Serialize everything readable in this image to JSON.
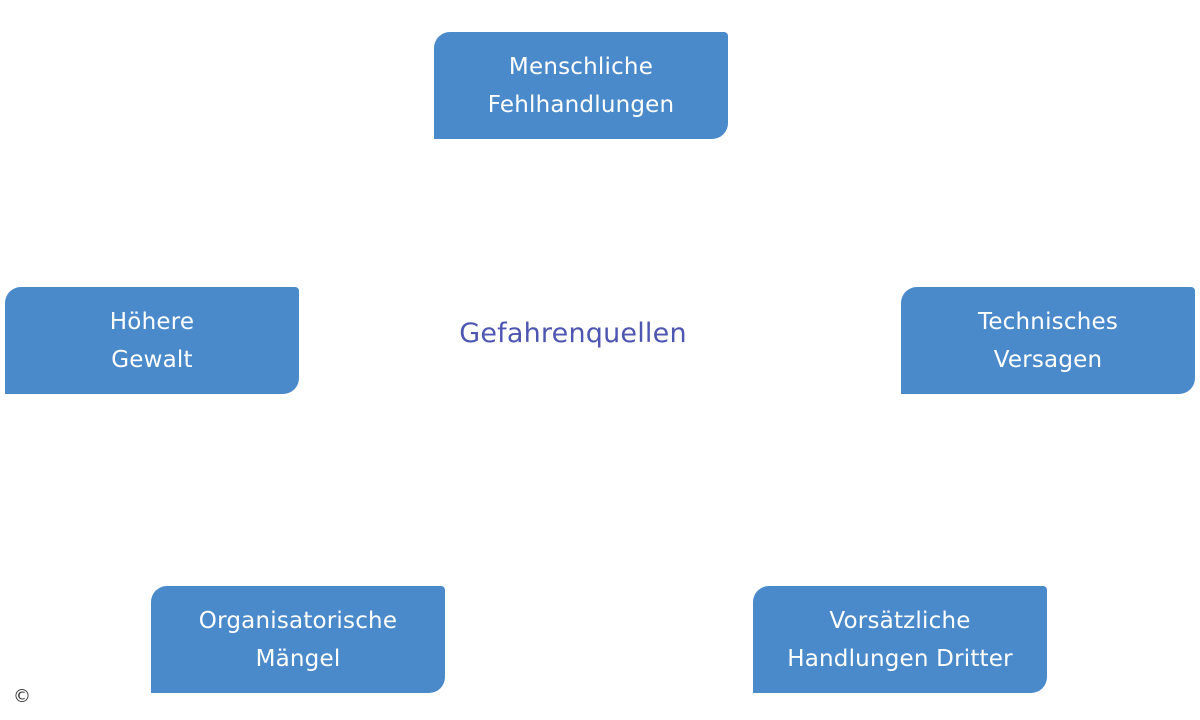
{
  "center": {
    "label": "Gefahrenquellen"
  },
  "nodes": [
    {
      "id": "top",
      "lines": [
        "Menschliche",
        "Fehlhandlungen"
      ]
    },
    {
      "id": "left",
      "lines": [
        "Höhere",
        "Gewalt"
      ]
    },
    {
      "id": "right",
      "lines": [
        "Technisches",
        "Versagen"
      ]
    },
    {
      "id": "bottom-left",
      "lines": [
        "Organisatorische",
        "Mängel"
      ]
    },
    {
      "id": "bottom-right",
      "lines": [
        "Vorsätzliche",
        "Handlungen  Dritter"
      ]
    }
  ],
  "footer": {
    "copyright_symbol": "©"
  },
  "colors": {
    "box_fill": "#4a8acb",
    "box_text": "#ffffff",
    "center_text": "#4d56b0"
  }
}
